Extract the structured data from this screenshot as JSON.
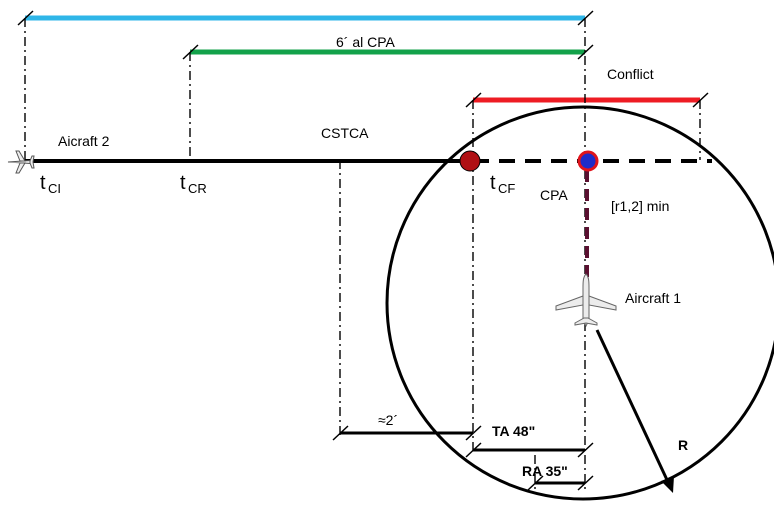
{
  "labels": {
    "aircraft2": "Aicraft  2",
    "aircraft1": "Aircraft  1",
    "cstca": "CSTCA",
    "conflict": "Conflict",
    "six_min_cpa": "6´  al CPA",
    "cpa": "CPA",
    "r12min": "[r1,2] min",
    "radius": "R",
    "approx2": "≈2´",
    "ta": "TA 48\"",
    "ra": "RA 35\"",
    "t_main": "t",
    "tci_sub": "CI",
    "tcr_sub": "CR",
    "tcf_sub": "CF"
  },
  "colors": {
    "blue_bar": "#2fb6e8",
    "green_bar": "#13a24a",
    "red_bar": "#ee1c24",
    "dot_red": "#b01014",
    "dot_blue": "#1f2cc8",
    "dashed_maroon": "#5a1030",
    "aircraft_fill": "#ececec"
  },
  "icons": {
    "aircraft2_icon": "airplane-icon",
    "aircraft1_icon": "airplane-icon"
  }
}
